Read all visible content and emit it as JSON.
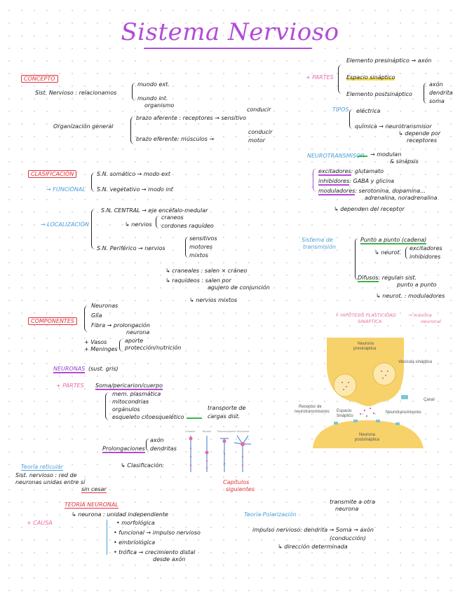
{
  "title": "Sistema Nervioso",
  "colors": {
    "title": "#b44ad8",
    "heading_red": "#e0323a",
    "heading_blue": "#4a9ed8",
    "highlight_yellow": "#f6e05a",
    "diagram_yellow": "#f7d26b"
  },
  "concepto": {
    "heading": "CONCEPTO",
    "def": "Sist. Nervioso : relacionamos",
    "b1": "mundo ext.",
    "b2": "mundo int.",
    "b2b": "organismo",
    "org": "Organización general",
    "aff": "brazo aferente : receptores → sensitivo",
    "aff_top": "conducir",
    "eff": "brazo eferente: músculos → ",
    "eff_top": "conducir",
    "eff_r": "motor"
  },
  "clasificacion": {
    "heading": "CLASIFICACIÓN",
    "funcional": "→ FUNCIONAL",
    "s1": "S.N. somático → modo ext",
    "s2": "S.N. vegetativo → modo int",
    "loc": "→ LOCALIZACIÓN",
    "c1": "S.N. CENTRAL → eje encéfalo-medular",
    "c2": "↳ nervios",
    "c2a": "craneos",
    "c2b": "cordones raquídeo",
    "p1": "S.N. Periférico → nervios",
    "p1a": "sensitivos",
    "p1b": "motores",
    "p1c": "mixtos",
    "n1": "↳ craneales : salen × cráneo",
    "n2": "↳ raquídeos : salen por",
    "n2b": "agujero de conjunción",
    "n3": "↳ nervios mixtos"
  },
  "componentes": {
    "heading": "COMPONENTES",
    "a": "Neuronas",
    "b": "Glía",
    "c": "Fibra → prolongación",
    "c2": "neurona",
    "d": "+ Vasos",
    "e": "+ Meninges",
    "f": "aporte",
    "g": "protección/nutrición"
  },
  "neuronas": {
    "heading": "NEURONAS",
    "heading_note": "(sust. gris)",
    "partes": "+ PARTES",
    "soma": "Soma/pericarion/cuerpo",
    "s1": "mem. plasmática",
    "s2": "mitocondrias",
    "s3": "orgánulos",
    "s4": "esqueleto citoesquelético",
    "s4r": "transporte de",
    "s4r2": "cargas dist.",
    "prolong": "Prolongaciones",
    "axon": "axón",
    "dend": "dendritas",
    "clasif": "↳ Clasificación:",
    "cap_note": "Capítulos",
    "cap_note2": "siguientes",
    "img_labels": [
      "Unipolar",
      "Bipolar",
      "Pseudounipolar",
      "Multipolar"
    ]
  },
  "teorias": {
    "reticular": "Teoría reticular",
    "r1": "Sist. nervioso : red de",
    "r2": "neuronas unidas entre sí",
    "r3": "sin cesar",
    "neuronal": "TEORÍA NEURONAL",
    "n0": "↳ neurona : unidad independiente",
    "n1": "• morfológica",
    "n2": "• funcional → impulso nervioso",
    "n3": "• embriológica",
    "n4": "• trófica → crecimiento distal",
    "n5": "desde axón",
    "causa": "+ CAUSA",
    "polarizacion": "Teoría Polarización",
    "pol_top": "transmite a otra",
    "pol_top2": "neurona",
    "pol_1": "impulso nervioso: dendrita → Soma → axón",
    "pol_2": "(conducción)",
    "pol_3": "↳ dirección determinada"
  },
  "sinapsis": {
    "partes": "+ PARTES",
    "e1": "Elemento presináptico → axón",
    "e2": "Espacio sináptico",
    "e3": "Elemento postsináptico",
    "e3a": "axón",
    "e3b": "dendrita",
    "e3c": "soma",
    "tipos": "TIPOS",
    "t1": "eléctrica",
    "t2": "química → neurotransmisor",
    "t2b": "↳ depende por",
    "t2c": "receptores",
    "nt": "NEUROTRANSMISOR",
    "nt_r": "→ modulan",
    "nt_r2": "& sinápsis",
    "ex": "excitadores",
    "ex_r": ": glutamato",
    "inh": "inhibidores",
    "inh_r": ": GABA y glicina",
    "mod": "moduladores",
    "mod_r": ": serotonina, dopamina...",
    "mod_r2": "adrenalina, noradrenalina",
    "dep": "↳ dependen del receptor",
    "transm": "Sistema de",
    "transm2": "transmisión",
    "pp": "Punto a punto (cadena)",
    "pp_sub": "↳ neurot.",
    "pp_a": "excitadores",
    "pp_b": "inhibidores",
    "dif": "Difusos",
    "dif_r": ": regulan sist.",
    "dif_r2": "punto a punto",
    "dif_sub": "↳ neurot. : moduladores",
    "hip": "+ HIPÓTESIS PLASTICIDAD",
    "hip2": "SINÁPTICA",
    "hip_r": "→ máxima",
    "hip_r2": "neuronal"
  },
  "diagram": {
    "pre": "Neurona",
    "pre2": "presináptica",
    "vesicula": "Vesícula sináptica",
    "canal": "Canal",
    "receptor": "Receptor de",
    "receptor2": "neurotransmisores",
    "espacio": "Espacio",
    "espacio2": "sináptico",
    "nt": "Neurotransmisores",
    "post": "Neurona",
    "post2": "postsináptica"
  }
}
